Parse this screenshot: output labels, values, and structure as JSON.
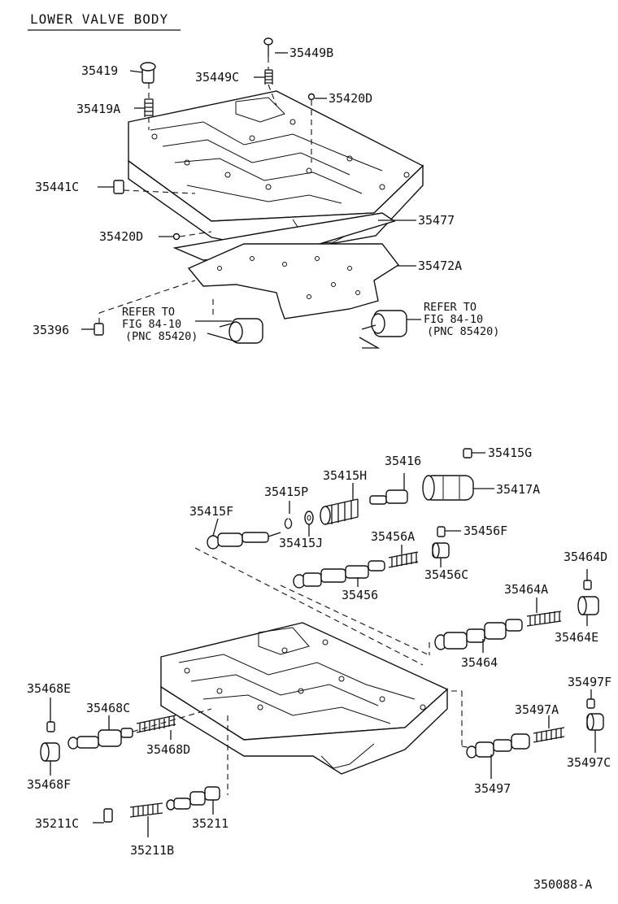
{
  "title": "LOWER VALVE BODY",
  "figure_code": "350088-A",
  "upper": {
    "labels": {
      "p35419": "35419",
      "p35419A": "35419A",
      "p35449B": "35449B",
      "p35449C": "35449C",
      "p35420D_top": "35420D",
      "p35441C": "35441C",
      "p35477": "35477",
      "p35420D_bottom": "35420D",
      "p35472A": "35472A",
      "p35396": "35396"
    },
    "refer_left": {
      "line1": "REFER TO",
      "line2": "FIG 84-10",
      "line3": "(PNC 85420)"
    },
    "refer_right": {
      "line1": "REFER TO",
      "line2": "FIG 84-10",
      "line3": "(PNC 85420)"
    }
  },
  "lower": {
    "labels": {
      "p35415G": "35415G",
      "p35416": "35416",
      "p35415H": "35415H",
      "p35417A": "35417A",
      "p35415P": "35415P",
      "p35415F": "35415F",
      "p35415J": "35415J",
      "p35456A": "35456A",
      "p35456F": "35456F",
      "p35456C": "35456C",
      "p35456": "35456",
      "p35464D": "35464D",
      "p35464A": "35464A",
      "p35464E": "35464E",
      "p35464": "35464",
      "p35497F": "35497F",
      "p35497A": "35497A",
      "p35497C": "35497C",
      "p35497": "35497",
      "p35468E": "35468E",
      "p35468C": "35468C",
      "p35468D": "35468D",
      "p35468F": "35468F",
      "p35211C": "35211C",
      "p35211": "35211",
      "p35211B": "35211B"
    }
  }
}
